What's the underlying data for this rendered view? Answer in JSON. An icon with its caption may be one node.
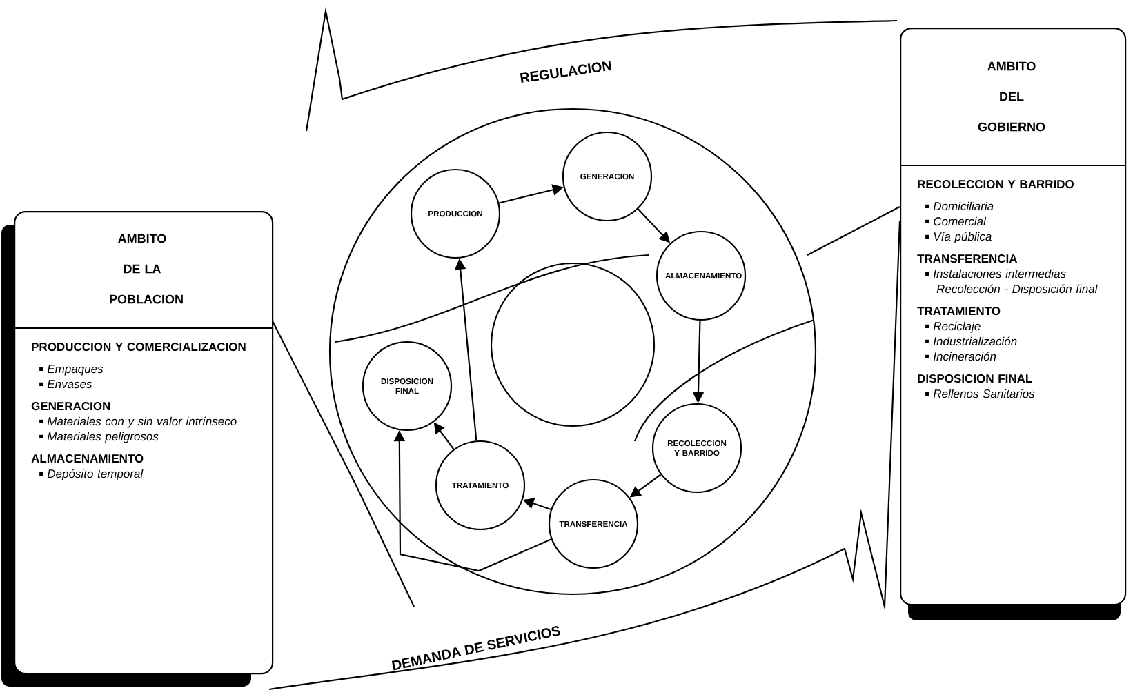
{
  "diagram": {
    "nodes": [
      {
        "text": [
          "AMBITO DE LA POBLACION",
          "PRODUCCION Y COMERCIALIZACION",
          "Empaques",
          "Envases",
          "GENERACION",
          "Materiales con y sin valor intrínseco",
          "Materiales peligrosos",
          "ALMACENAMIENTO",
          "Depósito temporal"
        ]
      },
      {
        "text": [
          "AMBITO DEL GOBIERNO",
          "RECOLECCION Y BARRIDO",
          "Domiciliaria",
          "Comercial",
          "Vía pública",
          "TRANSFERENCIA",
          "Instalaciones intermedias Recolección - Disposición final",
          "TRATAMIENTO",
          "Reciclaje",
          "Industrialización",
          "Incineración",
          "DISPOSICION FINAL",
          "Rellenos Sanitarios"
        ]
      },
      {
        "text": [
          "PRODUCCION"
        ]
      },
      {
        "text": [
          "GENERACION"
        ]
      },
      {
        "text": [
          "ALMACENAMIENTO"
        ]
      },
      {
        "text": [
          "RECOLECCION Y BARRIDO"
        ]
      },
      {
        "text": [
          "TRANSFERENCIA"
        ]
      },
      {
        "text": [
          "TRATAMIENTO"
        ]
      },
      {
        "text": [
          "DISPOSICION FINAL"
        ]
      },
      {
        "text": [],
        "shape": "circle"
      }
    ],
    "edges": [
      {
        "from": 2,
        "to": 3,
        "arrow": "to"
      },
      {
        "from": 3,
        "to": 4,
        "arrow": "to"
      },
      {
        "from": 4,
        "to": 5,
        "arrow": "to"
      },
      {
        "from": 5,
        "to": 6,
        "arrow": "to"
      },
      {
        "from": 6,
        "to": 7,
        "arrow": "to"
      },
      {
        "from": 7,
        "to": 8,
        "arrow": "to"
      },
      {
        "from": 6,
        "to": 8,
        "arrow": "to"
      },
      {
        "from": 7,
        "to": 2,
        "arrow": "to"
      }
    ],
    "labels": [
      "REGULACION",
      "DEMANDA DE SERVICIOS"
    ]
  }
}
